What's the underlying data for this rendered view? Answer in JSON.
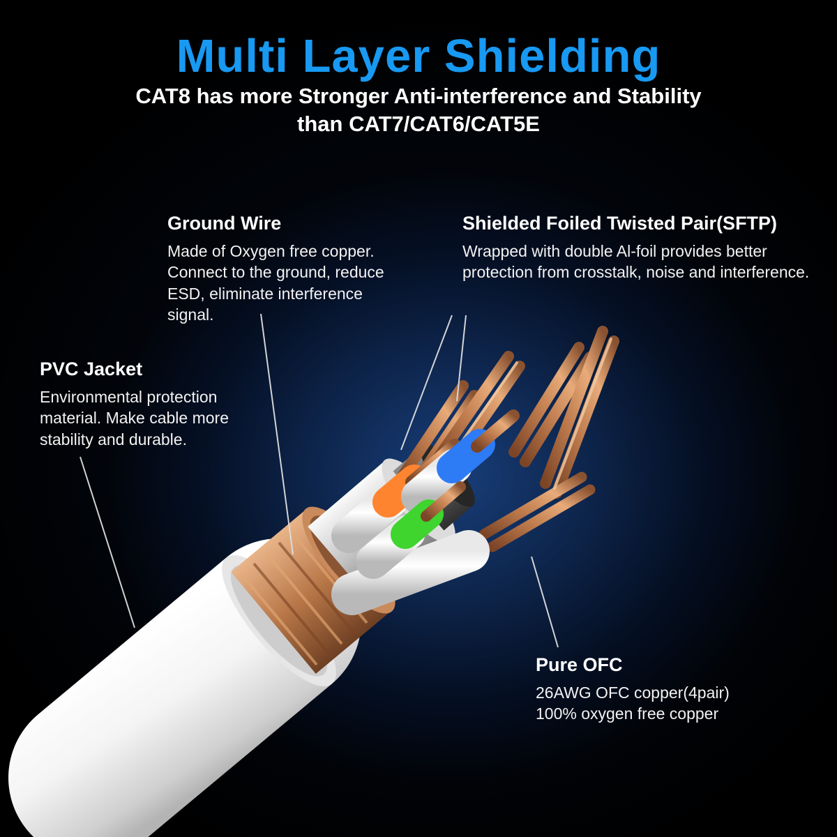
{
  "title": "Multi Layer Shielding",
  "subtitle": {
    "line1": "CAT8 has more Stronger Anti-interference and Stability",
    "line2": "than CAT7/CAT6/CAT5E"
  },
  "callouts": {
    "ground_wire": {
      "title": "Ground Wire",
      "body": "Made of Oxygen free copper. Connect to the ground, reduce ESD, eliminate interference signal."
    },
    "sftp": {
      "title": "Shielded Foiled Twisted Pair(SFTP)",
      "body": "Wrapped with double Al-foil provides better protection from crosstalk, noise and interference."
    },
    "pvc_jacket": {
      "title": "PVC Jacket",
      "body": "Environmental protection material. Make cable more stability and durable."
    },
    "pure_ofc": {
      "title": "Pure OFC",
      "body": "26AWG OFC copper(4pair)\n100% oxygen free copper"
    }
  },
  "colors": {
    "title_blue": "#1899f2",
    "background": "#000000",
    "glow_blue": "#2b70d8",
    "wire_blue": "#2e7bf6",
    "wire_orange": "#ff8430",
    "wire_green": "#3fd42e",
    "copper": "#b5714a",
    "jacket_white": "#ffffff"
  }
}
